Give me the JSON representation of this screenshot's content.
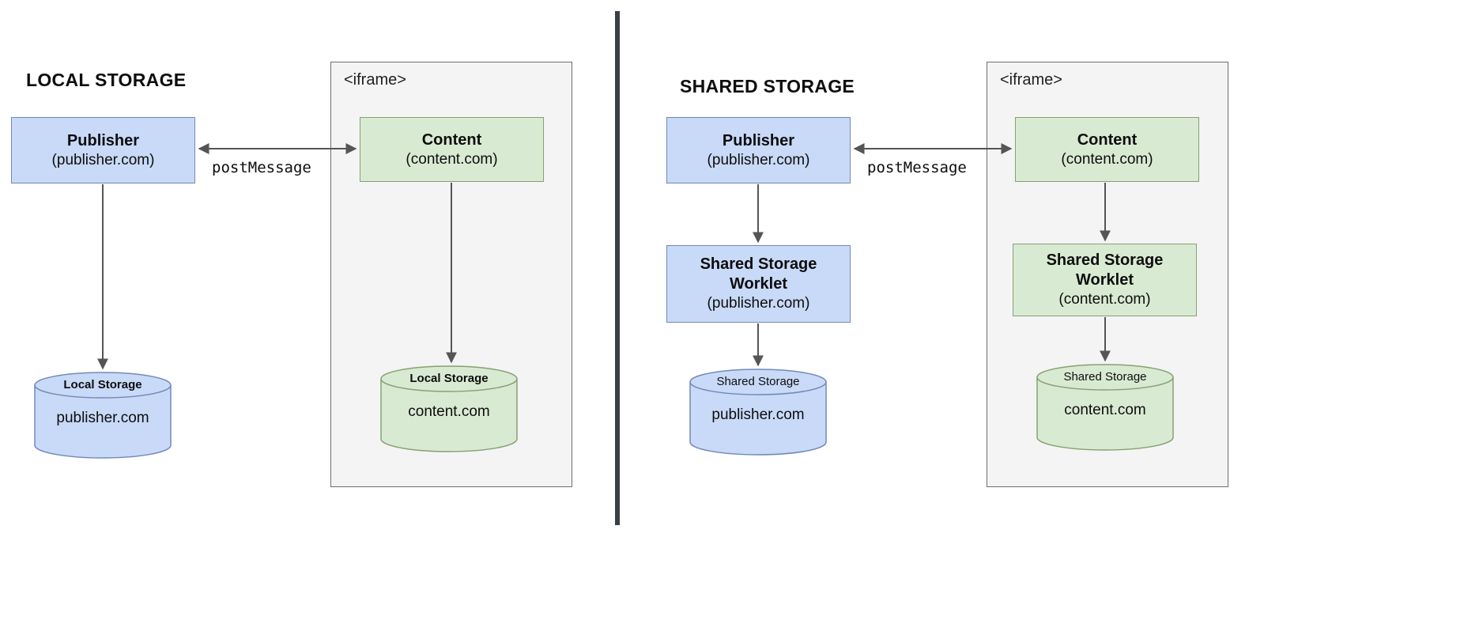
{
  "colors": {
    "blue_fill": "#c9daf8",
    "blue_border": "#7289b8",
    "green_fill": "#d9ead3",
    "green_border": "#85a172",
    "iframe_fill": "#f4f4f4",
    "iframe_border": "#6f6f6f",
    "arrow": "#555555",
    "divider": "#3a3f45"
  },
  "left_panel": {
    "title": "LOCAL STORAGE",
    "publisher_box": {
      "title": "Publisher",
      "subtitle": "(publisher.com)"
    },
    "post_message_label": "postMessage",
    "storage_cylinder": {
      "label": "Local Storage",
      "domain": "publisher.com"
    },
    "iframe": {
      "label": "<iframe>",
      "content_box": {
        "title": "Content",
        "subtitle": "(content.com)"
      },
      "storage_cylinder": {
        "label": "Local Storage",
        "domain": "content.com"
      }
    }
  },
  "right_panel": {
    "title": "SHARED STORAGE",
    "publisher_box": {
      "title": "Publisher",
      "subtitle": "(publisher.com)"
    },
    "post_message_label": "postMessage",
    "worklet_box": {
      "title": "Shared Storage Worklet",
      "subtitle": "(publisher.com)"
    },
    "storage_cylinder": {
      "label": "Shared Storage",
      "domain": "publisher.com"
    },
    "iframe": {
      "label": "<iframe>",
      "content_box": {
        "title": "Content",
        "subtitle": "(content.com)"
      },
      "worklet_box": {
        "title": "Shared Storage Worklet",
        "subtitle": "(content.com)"
      },
      "storage_cylinder": {
        "label": "Shared Storage",
        "domain": "content.com"
      }
    }
  }
}
